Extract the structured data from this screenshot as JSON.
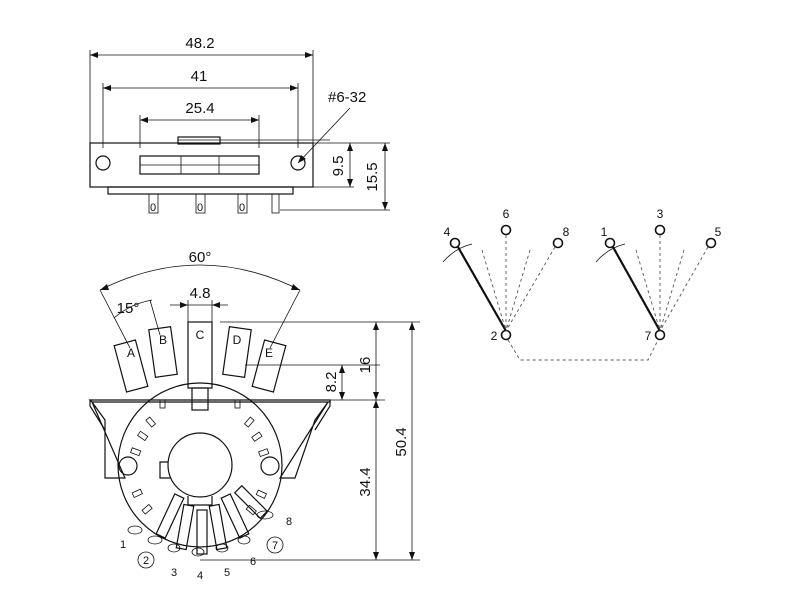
{
  "top_view": {
    "dims": {
      "overall": "48.2",
      "hole_span": "41",
      "slot": "25.4",
      "screw": "#6-32",
      "height_a": "9.5",
      "height_b": "15.5"
    }
  },
  "front_view": {
    "angle_total": "60°",
    "angle_step": "15°",
    "lever_width": "4.8",
    "positions": [
      "A",
      "B",
      "C",
      "D",
      "E"
    ],
    "dims": {
      "lever_height": "16",
      "lever_offset": "8.2",
      "mount_to_bottom": "34.4",
      "total_height": "50.4"
    },
    "pins": [
      "1",
      "2",
      "3",
      "4",
      "5",
      "6",
      "7",
      "8"
    ]
  },
  "schematics": [
    {
      "common": "2",
      "terminals": [
        "4",
        "6",
        "8"
      ]
    },
    {
      "common": "7",
      "terminals": [
        "1",
        "3",
        "5"
      ]
    }
  ]
}
